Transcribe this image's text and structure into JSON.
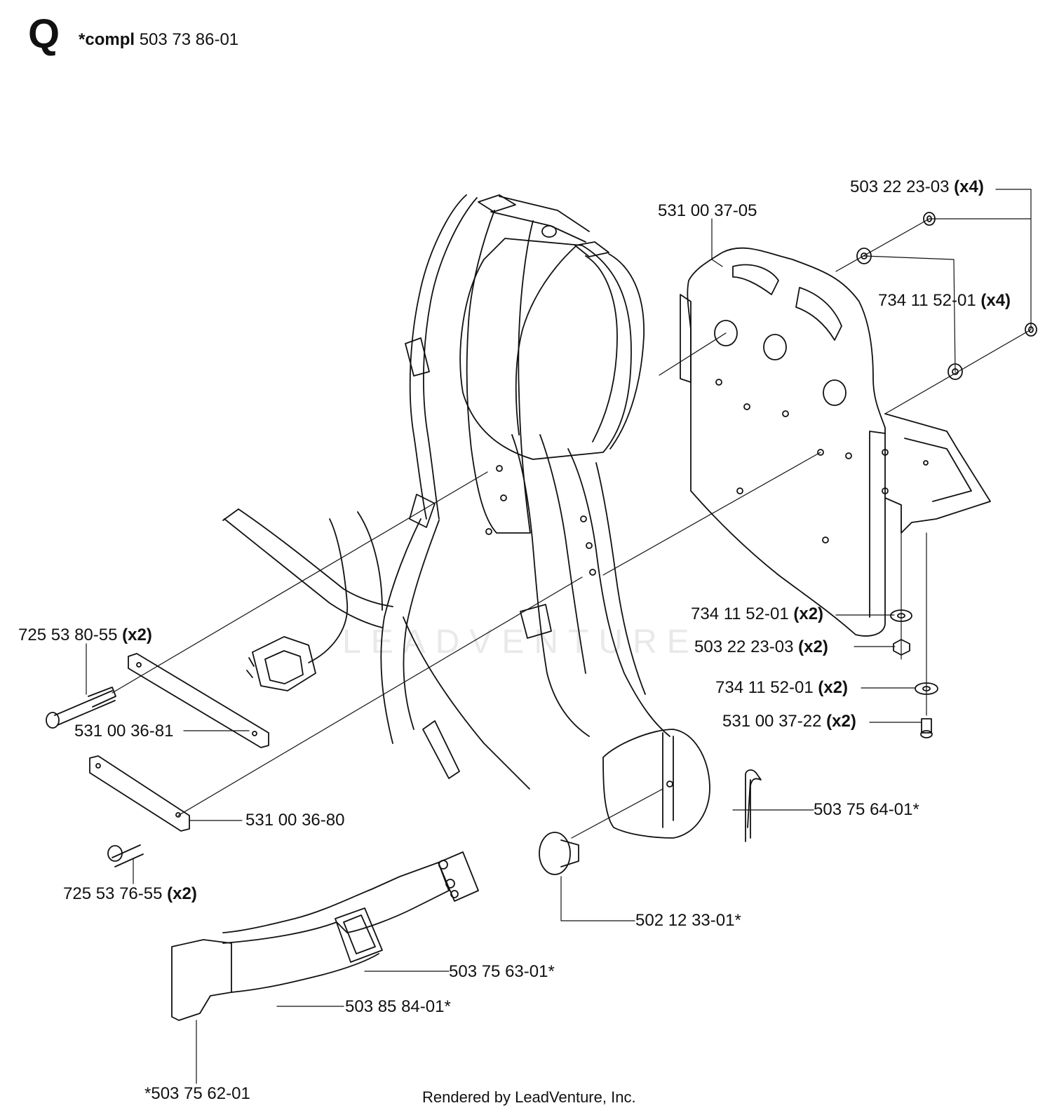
{
  "header": {
    "section_letter": "Q",
    "compl_prefix": "*compl",
    "compl_part": "503 73 86-01"
  },
  "callouts": [
    {
      "id": "frame",
      "part": "531 00 37-05",
      "qty": ""
    },
    {
      "id": "nut-top",
      "part": "503 22 23-03",
      "qty": "(x4)"
    },
    {
      "id": "washer-top",
      "part": "734 11 52-01",
      "qty": "(x4)"
    },
    {
      "id": "washer-mid",
      "part": "734 11 52-01",
      "qty": "(x2)"
    },
    {
      "id": "nut-mid",
      "part": "503 22 23-03",
      "qty": "(x2)"
    },
    {
      "id": "washer-low",
      "part": "734 11 52-01",
      "qty": "(x2)"
    },
    {
      "id": "screw-low",
      "part": "531 00 37-22",
      "qty": "(x2)"
    },
    {
      "id": "screw-left-top",
      "part": "725 53 80-55",
      "qty": "(x2)"
    },
    {
      "id": "plate-top",
      "part": "531 00 36-81",
      "qty": ""
    },
    {
      "id": "plate-bottom",
      "part": "531 00 36-80",
      "qty": ""
    },
    {
      "id": "screw-left-bottom",
      "part": "725 53 76-55",
      "qty": "(x2)"
    },
    {
      "id": "clip",
      "part": "503 75 64-01*",
      "qty": ""
    },
    {
      "id": "pin",
      "part": "502 12 33-01*",
      "qty": ""
    },
    {
      "id": "buckle",
      "part": "503 75 63-01*",
      "qty": ""
    },
    {
      "id": "belt",
      "part": "503 85 84-01*",
      "qty": ""
    },
    {
      "id": "clasp",
      "part": "*503 75 62-01",
      "qty": ""
    }
  ],
  "watermark": "LEADVENTURE",
  "footer": "Rendered by LeadVenture, Inc."
}
